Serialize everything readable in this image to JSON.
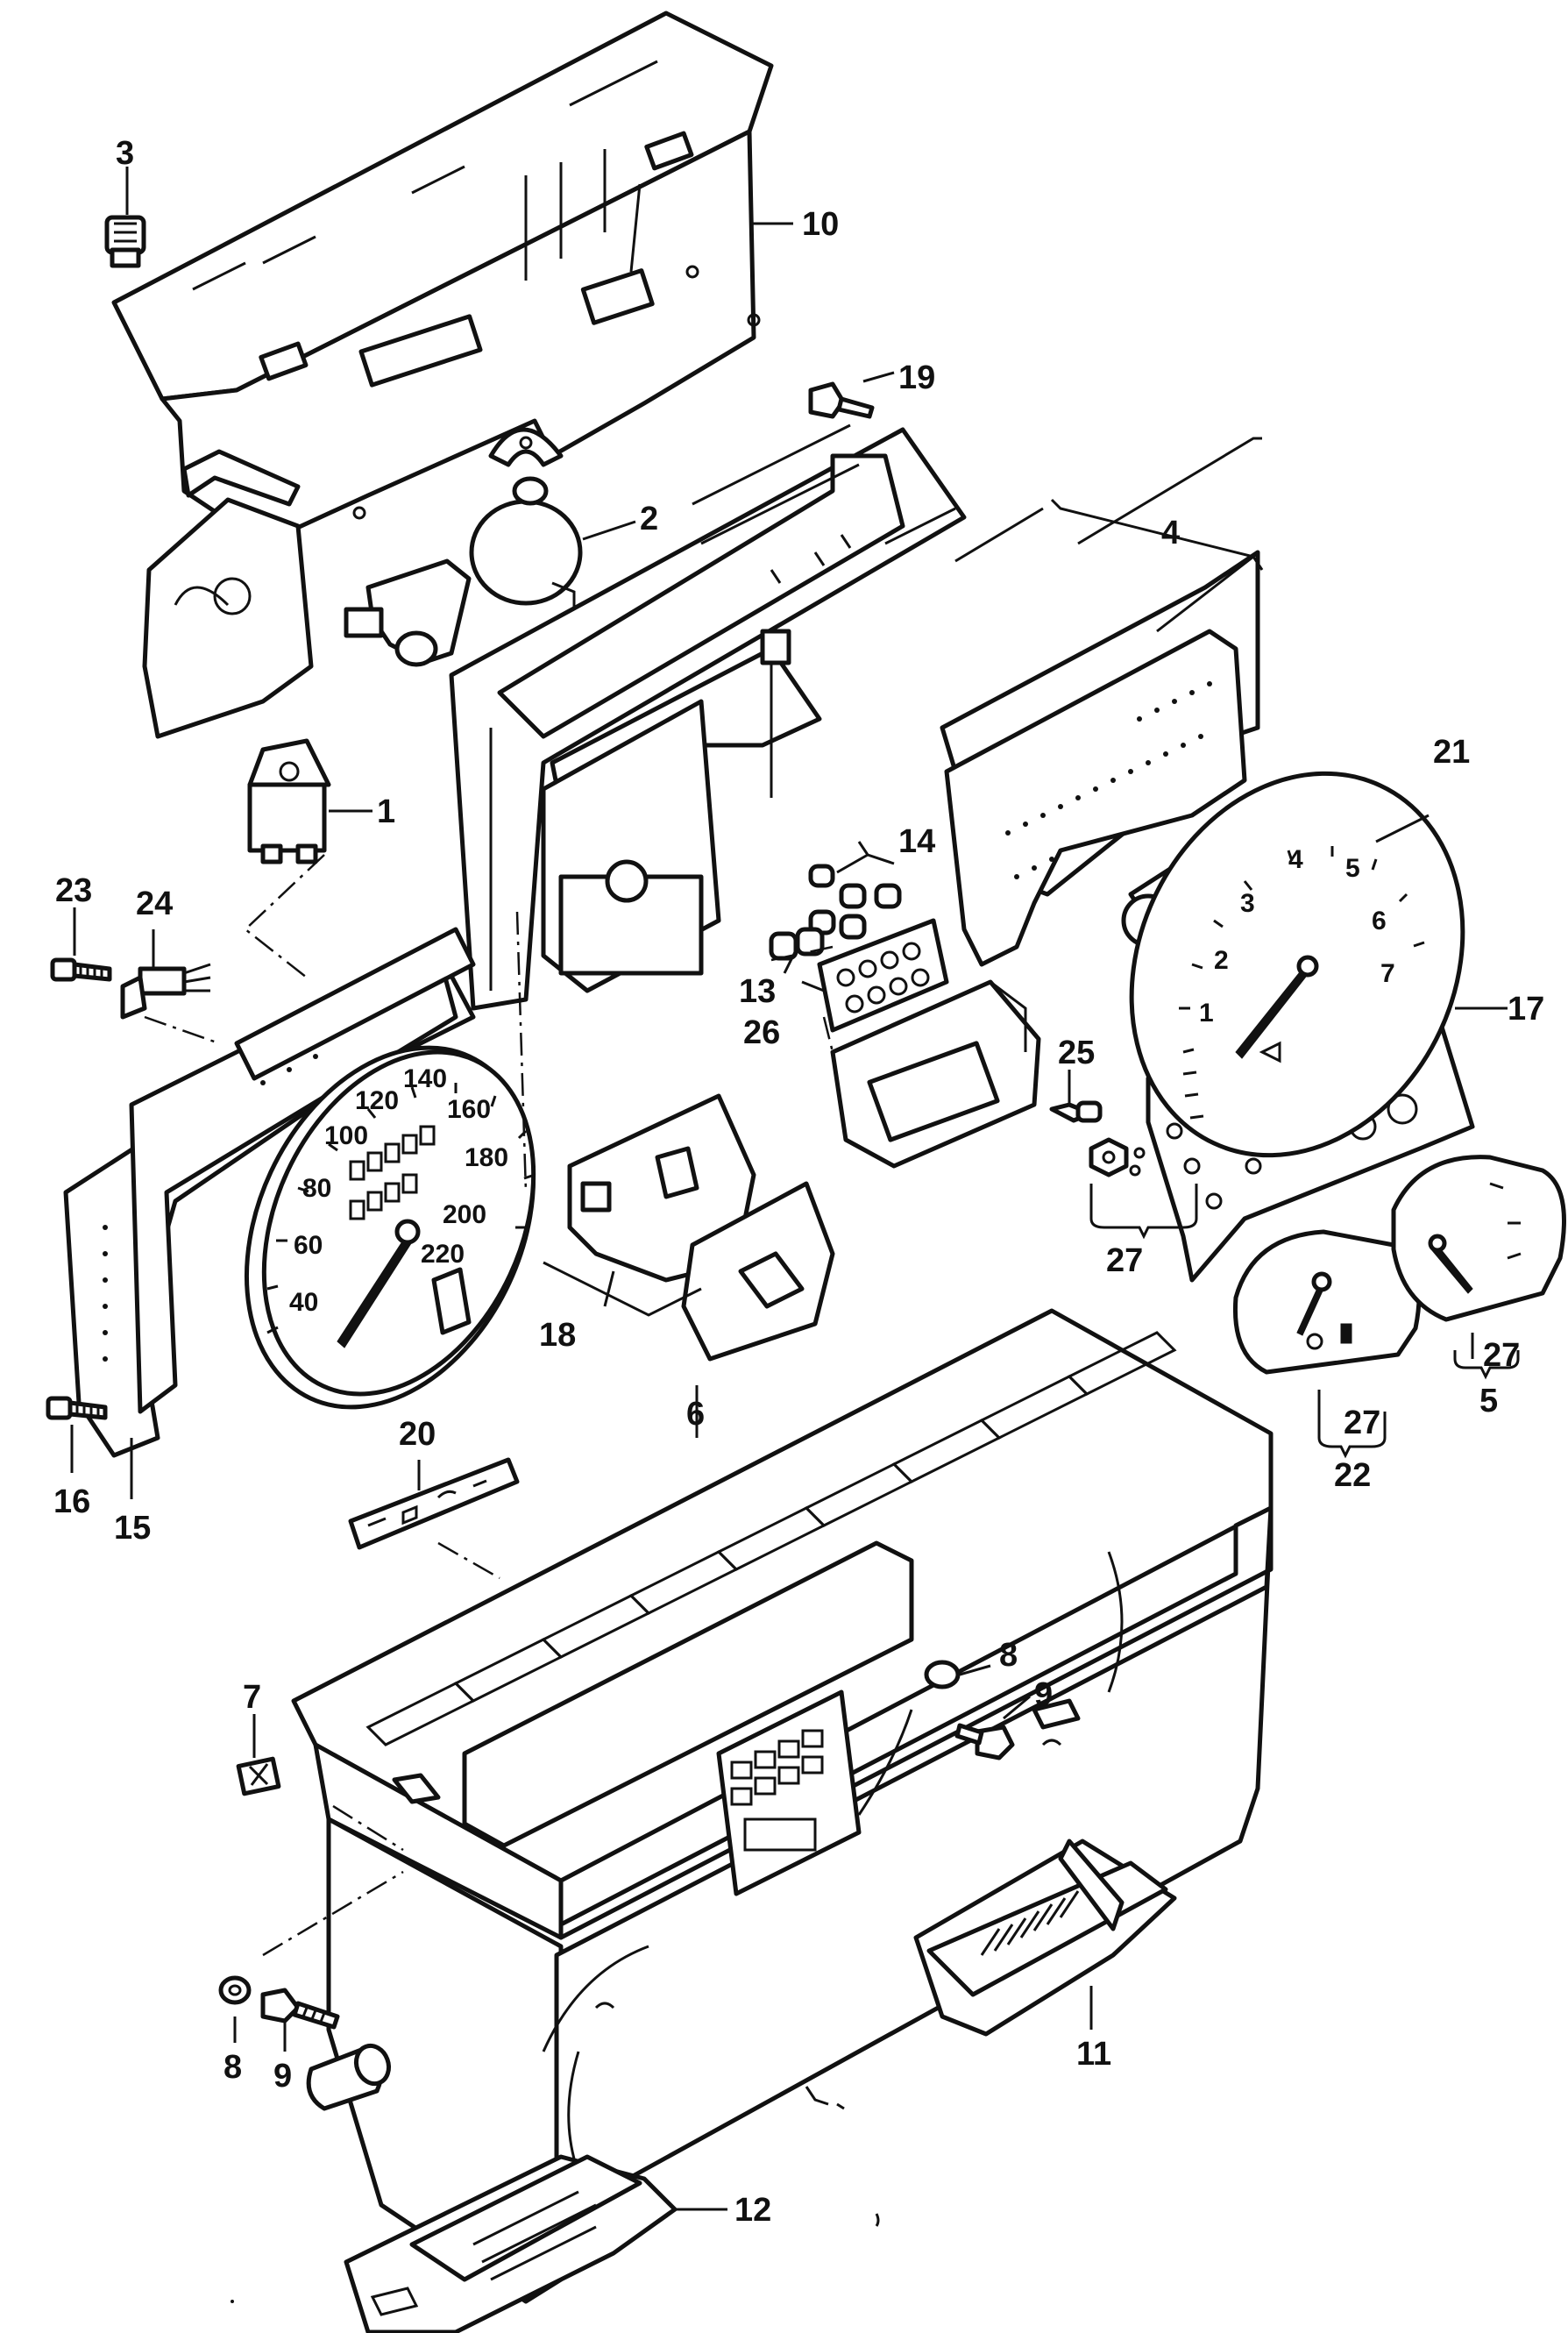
{
  "diagram": {
    "callouts": {
      "c1": "1",
      "c2": "2",
      "c3": "3",
      "c4": "4",
      "c5": "5",
      "c6": "6",
      "c7": "7",
      "c8a": "8",
      "c8b": "8",
      "c9a": "9",
      "c9b": "9",
      "c10": "10",
      "c11": "11",
      "c12": "12",
      "c13": "13",
      "c14": "14",
      "c15": "15",
      "c16": "16",
      "c17": "17",
      "c18": "18",
      "c19": "19",
      "c20": "20",
      "c21": "21",
      "c22": "22",
      "c23": "23",
      "c24": "24",
      "c25": "25",
      "c26": "26",
      "c27a": "27",
      "c27b": "27",
      "c27c": "27"
    },
    "speedometer_scale": [
      "40",
      "60",
      "80",
      "100",
      "120",
      "140",
      "160",
      "180",
      "200",
      "220"
    ],
    "tachometer_scale": [
      "1",
      "2",
      "3",
      "4",
      "5",
      "6",
      "7"
    ]
  }
}
